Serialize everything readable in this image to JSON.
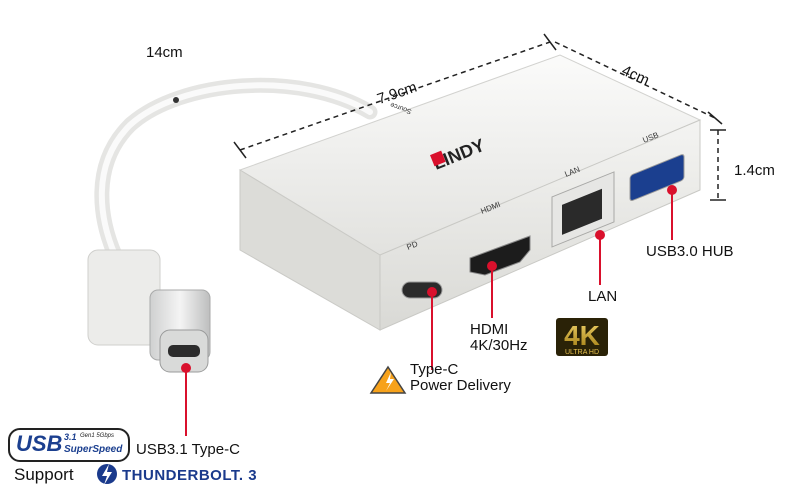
{
  "dimensions": {
    "cable_length": "14cm",
    "length": "7.9cm",
    "width": "4cm",
    "height": "1.4cm"
  },
  "ports": {
    "usb_label": "USB3.0 HUB",
    "lan_label": "LAN",
    "hdmi_line1": "HDMI",
    "hdmi_line2": "4K/30Hz",
    "typec_line1": "Type-C",
    "typec_line2": "Power Delivery",
    "usb31_label": "USB3.1 Type-C"
  },
  "device_print": {
    "brand": "LINDY",
    "port_usb": "USB",
    "port_lan": "LAN",
    "port_hdmi": "HDMI",
    "port_pd": "PD",
    "source": "Source"
  },
  "badges": {
    "usb_logo_main": "USB",
    "usb_logo_ver": "3.1",
    "usb_logo_gen": "Gen1 5Gbps",
    "usb_logo_speed": "SuperSpeed",
    "support": "Support",
    "thunderbolt": "THUNDERBOLT",
    "thunderbolt_ver": "3",
    "k4": "4K",
    "ultra_hd": "ULTRA HD"
  },
  "colors": {
    "callout_line": "#d9102c",
    "device_body": "#f3f3f1",
    "thunderbolt_blue": "#1a3a8c",
    "gold": "#c9a227"
  }
}
